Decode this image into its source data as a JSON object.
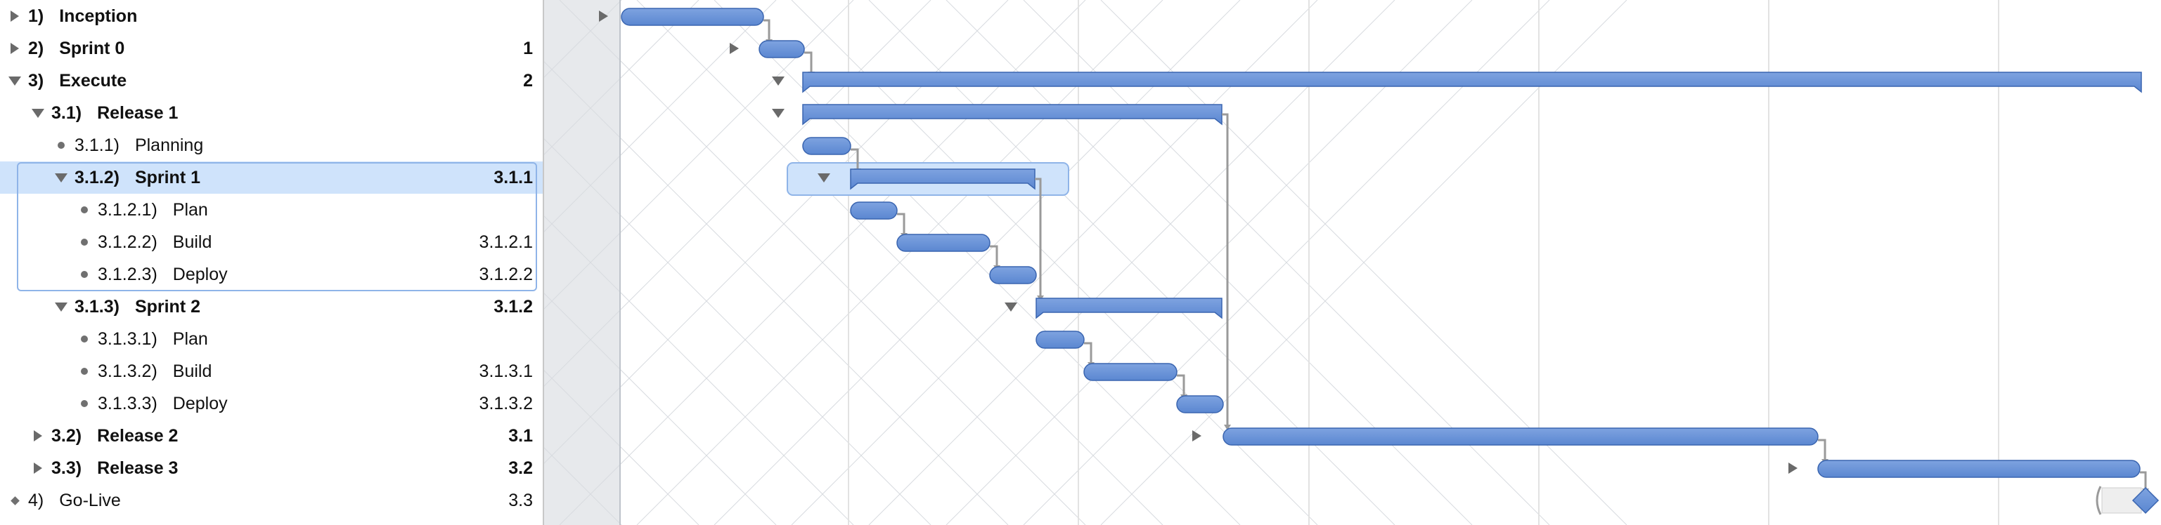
{
  "outline": {
    "rows": [
      {
        "number": "1)",
        "title": "Inception",
        "predecessor": "",
        "disclosure": "collapsed",
        "bold": true
      },
      {
        "number": "2)",
        "title": "Sprint 0",
        "predecessor": "1",
        "disclosure": "collapsed",
        "bold": true
      },
      {
        "number": "3)",
        "title": "Execute",
        "predecessor": "2",
        "disclosure": "expanded",
        "bold": true
      },
      {
        "number": "3.1)",
        "title": "Release 1",
        "predecessor": "",
        "disclosure": "expanded",
        "bold": true
      },
      {
        "number": "3.1.1)",
        "title": "Planning",
        "predecessor": "",
        "disclosure": "leaf",
        "bold": false
      },
      {
        "number": "3.1.2)",
        "title": "Sprint 1",
        "predecessor": "3.1.1",
        "disclosure": "expanded",
        "bold": true
      },
      {
        "number": "3.1.2.1)",
        "title": "Plan",
        "predecessor": "",
        "disclosure": "leaf",
        "bold": false
      },
      {
        "number": "3.1.2.2)",
        "title": "Build",
        "predecessor": "3.1.2.1",
        "disclosure": "leaf",
        "bold": false
      },
      {
        "number": "3.1.2.3)",
        "title": "Deploy",
        "predecessor": "3.1.2.2",
        "disclosure": "leaf",
        "bold": false
      },
      {
        "number": "3.1.3)",
        "title": "Sprint 2",
        "predecessor": "3.1.2",
        "disclosure": "expanded",
        "bold": true
      },
      {
        "number": "3.1.3.1)",
        "title": "Plan",
        "predecessor": "",
        "disclosure": "leaf",
        "bold": false
      },
      {
        "number": "3.1.3.2)",
        "title": "Build",
        "predecessor": "3.1.3.1",
        "disclosure": "leaf",
        "bold": false
      },
      {
        "number": "3.1.3.3)",
        "title": "Deploy",
        "predecessor": "3.1.3.2",
        "disclosure": "leaf",
        "bold": false
      },
      {
        "number": "3.2)",
        "title": "Release 2",
        "predecessor": "3.1",
        "disclosure": "collapsed",
        "bold": true
      },
      {
        "number": "3.3)",
        "title": "Release 3",
        "predecessor": "3.2",
        "disclosure": "collapsed",
        "bold": true
      },
      {
        "number": "4)",
        "title": "Go-Live",
        "predecessor": "3.3",
        "disclosure": "milestone",
        "bold": false
      }
    ],
    "selected_row": "3.1.2)"
  },
  "colors": {
    "bar_fill": "#5b87d1",
    "bar_light": "#7ea3e0",
    "bar_stroke": "#3a65b0",
    "selection": "#cfe3fb",
    "dependency_line": "#9a9a9a",
    "grid_line": "#e2e2e2",
    "shaded_column": "#e7e9ec"
  }
}
